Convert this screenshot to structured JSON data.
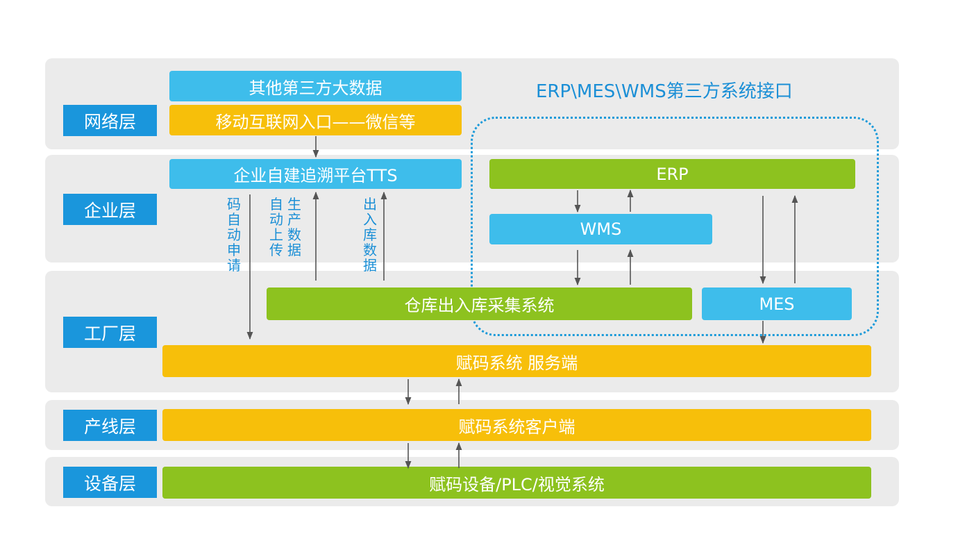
{
  "layers": {
    "network": "网络层",
    "enterprise": "企业层",
    "factory": "工厂层",
    "line": "产线层",
    "device": "设备层"
  },
  "boxes": {
    "third_party_data": "其他第三方大数据",
    "mobile_entry": "移动互联网入口——微信等",
    "tts_platform": "企业自建追溯平台TTS",
    "erp": "ERP",
    "wms": "WMS",
    "mes": "MES",
    "warehouse_system": "仓库出入库采集系统",
    "coding_server": "赋码系统 服务端",
    "coding_client": "赋码系统客户端",
    "coding_device": "赋码设备/PLC/视觉系统"
  },
  "interface_title": "ERP\\MES\\WMS第三方系统接口",
  "flow_labels": {
    "code_request": "码自动申请",
    "production_col1": "自动上传",
    "production_col2": "生产数据",
    "inout_data": "出入库数据"
  },
  "colors": {
    "label_blue": "#1a96dc",
    "box_blue": "#3ebdeb",
    "box_yellow": "#f7bf0a",
    "box_green": "#8dc21f",
    "band_gray": "#ebebeb",
    "text_blue": "#1b8fd6"
  }
}
